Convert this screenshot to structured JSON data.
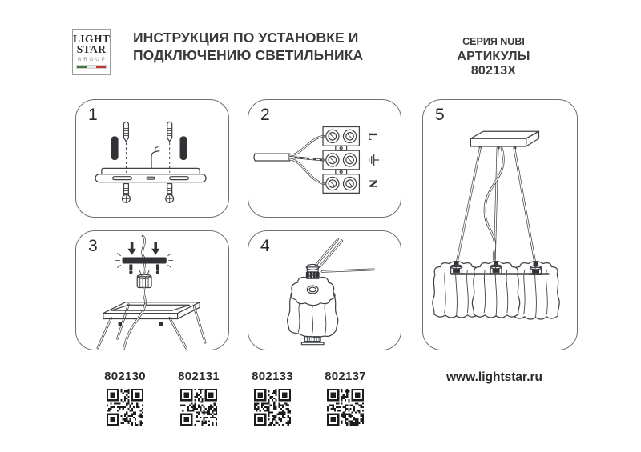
{
  "logo": {
    "line1": "LIGHT",
    "line2": "STAR",
    "line3": "GROUP",
    "flag_colors": [
      "#41793c",
      "#e9e9e9",
      "#bf372c"
    ]
  },
  "header": {
    "title_line1": "ИНСТРУКЦИЯ ПО УСТАНОВКЕ И",
    "title_line2": "ПОДКЛЮЧЕНИЮ СВЕТИЛЬНИКА",
    "series": "СЕРИЯ NUBI",
    "articles": "АРТИКУЛЫ 80213X"
  },
  "steps": [
    {
      "number": "1"
    },
    {
      "number": "2"
    },
    {
      "number": "3"
    },
    {
      "number": "4"
    },
    {
      "number": "5"
    }
  ],
  "wiring": {
    "line_label": "L",
    "neutral_label": "N",
    "earth_icon": "earth-ground-symbol"
  },
  "products": [
    {
      "code": "802130"
    },
    {
      "code": "802131"
    },
    {
      "code": "802133"
    },
    {
      "code": "802137"
    }
  ],
  "website": "www.lightstar.ru",
  "colors": {
    "line": "#3f4245",
    "panel_border": "#6e7073",
    "text": "#343437"
  }
}
